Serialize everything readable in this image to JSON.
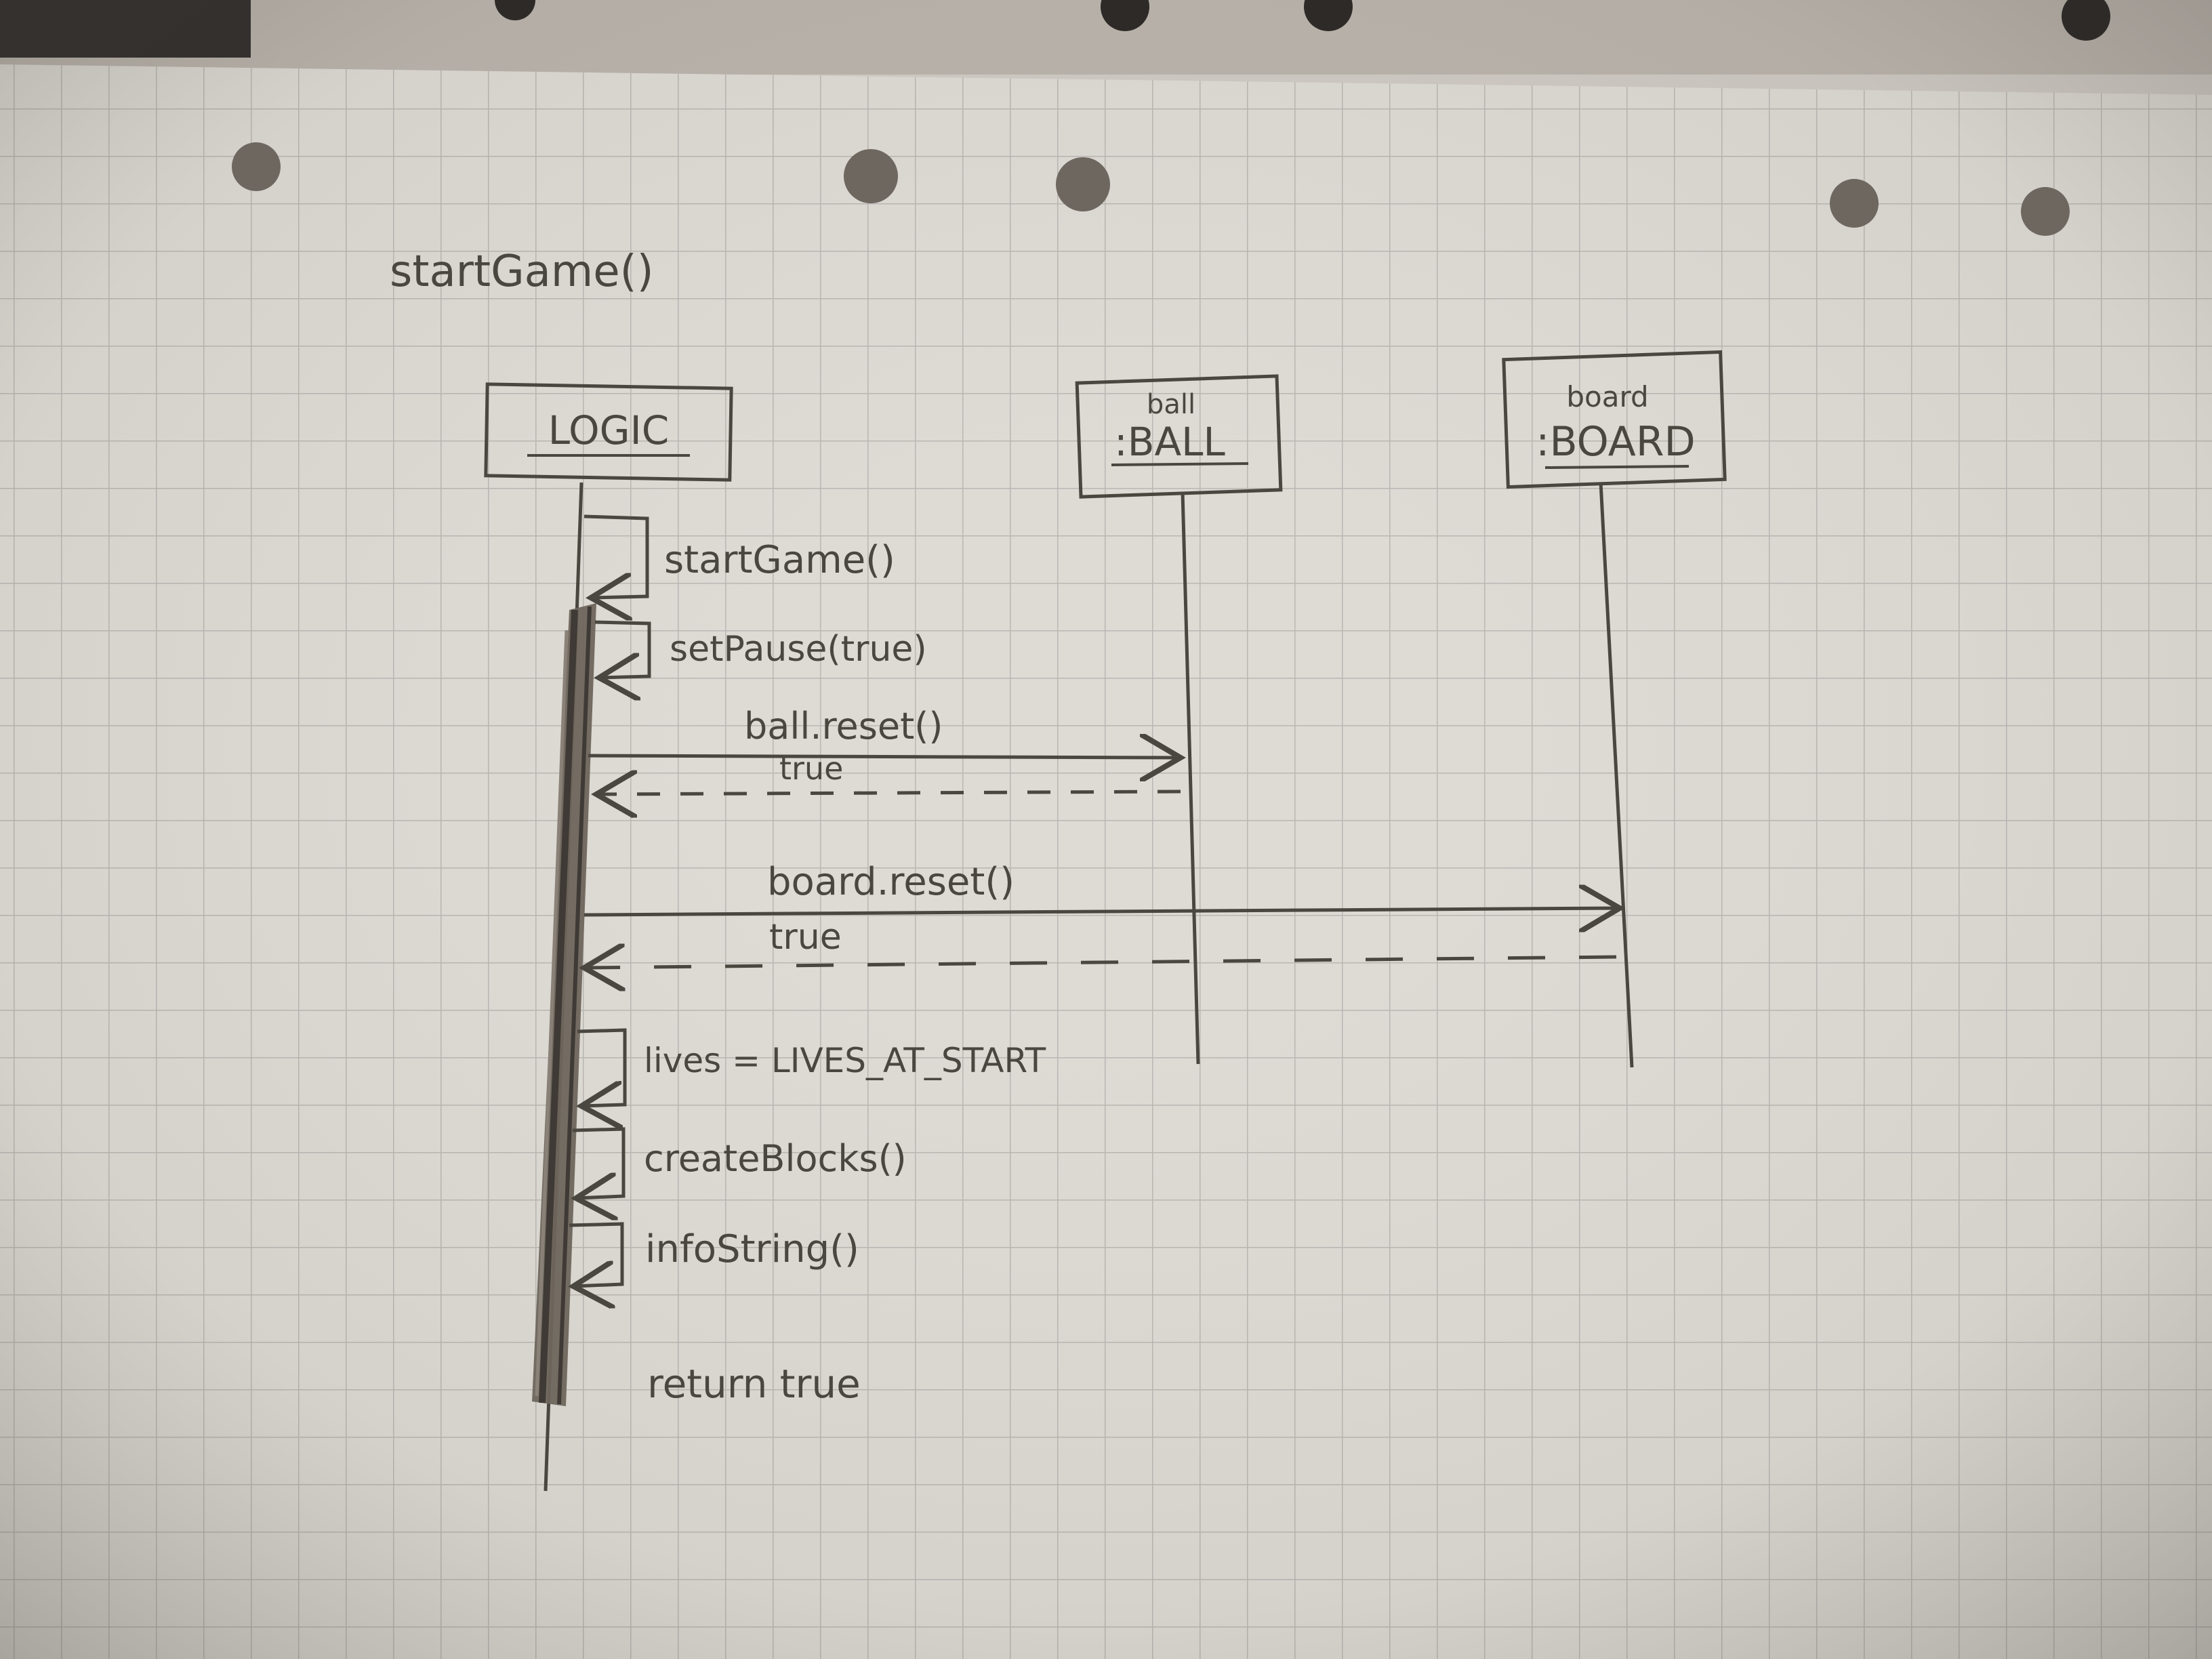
{
  "diagram": {
    "title": "startGame()",
    "participants": [
      {
        "id": "logic",
        "instance": "",
        "type": "LOGIC"
      },
      {
        "id": "ball",
        "instance": "ball",
        "type": ":BALL"
      },
      {
        "id": "board",
        "instance": "board",
        "type": ":BOARD"
      }
    ],
    "messages": [
      {
        "id": "m1",
        "kind": "self",
        "label": "startGame()"
      },
      {
        "id": "m2",
        "kind": "self",
        "label": "setPause(true)"
      },
      {
        "id": "m3",
        "kind": "call",
        "from": "logic",
        "to": "ball",
        "label": "ball.reset()"
      },
      {
        "id": "m4",
        "kind": "return",
        "from": "ball",
        "to": "logic",
        "label": "true"
      },
      {
        "id": "m5",
        "kind": "call",
        "from": "logic",
        "to": "board",
        "label": "board.reset()"
      },
      {
        "id": "m6",
        "kind": "return",
        "from": "board",
        "to": "logic",
        "label": "true"
      },
      {
        "id": "m7",
        "kind": "self",
        "label": "lives = LIVES_AT_START"
      },
      {
        "id": "m8",
        "kind": "self",
        "label": "createBlocks()"
      },
      {
        "id": "m9",
        "kind": "self",
        "label": "infoString()"
      }
    ],
    "final_note": "return true"
  }
}
